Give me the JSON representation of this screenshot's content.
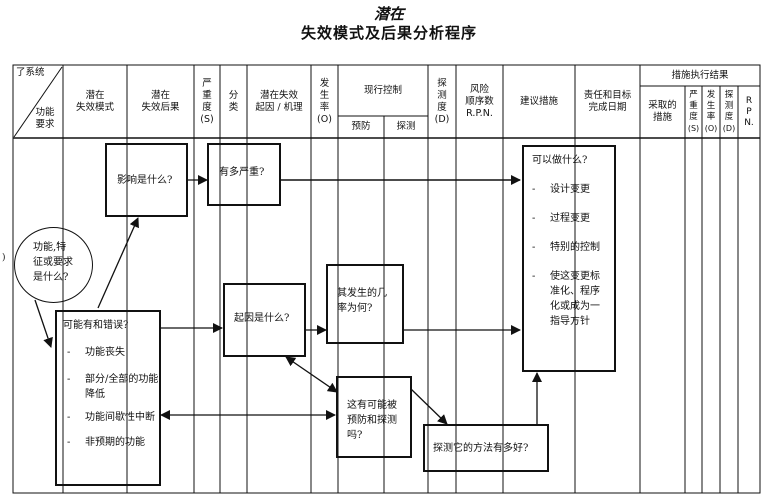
{
  "title": {
    "line1": "潜在",
    "line2": "失效模式及后果分析程序"
  },
  "header": {
    "subsystem": "了系统",
    "function_req_1": "功能",
    "function_req_2": "要求",
    "failure_mode": [
      "潜在",
      "失效模式"
    ],
    "failure_effect": [
      "潜在",
      "失效后果"
    ],
    "severity": [
      "严",
      "重",
      "度",
      "(S)"
    ],
    "classification": [
      "分",
      "类"
    ],
    "cause": [
      "潜在失效",
      "起因 / 机理"
    ],
    "occurrence": [
      "发",
      "生",
      "率",
      "(O)"
    ],
    "current_controls": "现行控制",
    "prevention": "预防",
    "detection_ctrl": "探测",
    "detection": [
      "探",
      "测",
      "度",
      "(D)"
    ],
    "rpn": [
      "风险",
      "顺序数",
      "R.P.N."
    ],
    "recommended_actions": "建议措施",
    "responsibility": [
      "责任和目标",
      "完成日期"
    ],
    "results_group": "措施执行结果",
    "actions_taken": [
      "采取的",
      "措施"
    ],
    "res_severity": [
      "严",
      "重",
      "度",
      "(S)"
    ],
    "res_occurrence": [
      "发",
      "生",
      "率",
      "(O)"
    ],
    "res_detection": [
      "探",
      "测",
      "度",
      "(D)"
    ],
    "res_rpn": [
      "R",
      "P",
      "N."
    ]
  },
  "flow": {
    "circle_text": [
      "功能,特",
      "征或要求",
      "是什么?"
    ],
    "effect_question": "影响是什么?",
    "severity_question": "有多严重?",
    "failure_box": {
      "title": "可能有和错误?",
      "items": [
        "功能丧失",
        "部分/全部的功能降低",
        "功能间歇性中断",
        "非预期的功能"
      ]
    },
    "cause_question": "起因是什么?",
    "occurrence_question": "其发生的几率为何?",
    "prevent_detect_question": "这有可能被预防和探测吗?",
    "detect_method_question": "探测它的方法有多好?",
    "actions_box": {
      "title": "可以做什么?",
      "items": [
        "设计变更",
        "过程变更",
        "特别的控制",
        "使这变更标准化、程序化或成为一指导方针"
      ]
    },
    "bullet": "-"
  },
  "margin_mark": ")"
}
